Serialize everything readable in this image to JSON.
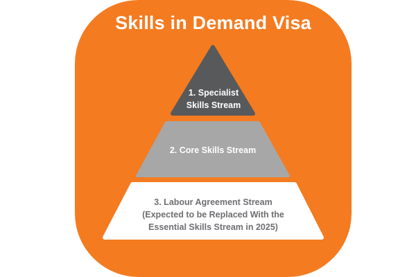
{
  "title": "Skills in Demand Visa",
  "colors": {
    "panel": "#F47B20",
    "tier1": "#58595B",
    "tier2": "#A7A7A7",
    "tier3": "#FFFFFF",
    "tier3_text": "#6D6E71"
  },
  "tiers": [
    {
      "level": 1,
      "shape": "triangle",
      "lines": [
        "1. Specialist",
        "Skills Stream"
      ]
    },
    {
      "level": 2,
      "shape": "trapezoid",
      "lines": [
        "2. Core Skills Stream"
      ]
    },
    {
      "level": 3,
      "shape": "trapezoid",
      "lines": [
        "3. Labour Agreement Stream",
        "(Expected to be Replaced With the",
        "Essential Skills Stream in 2025)"
      ]
    }
  ]
}
